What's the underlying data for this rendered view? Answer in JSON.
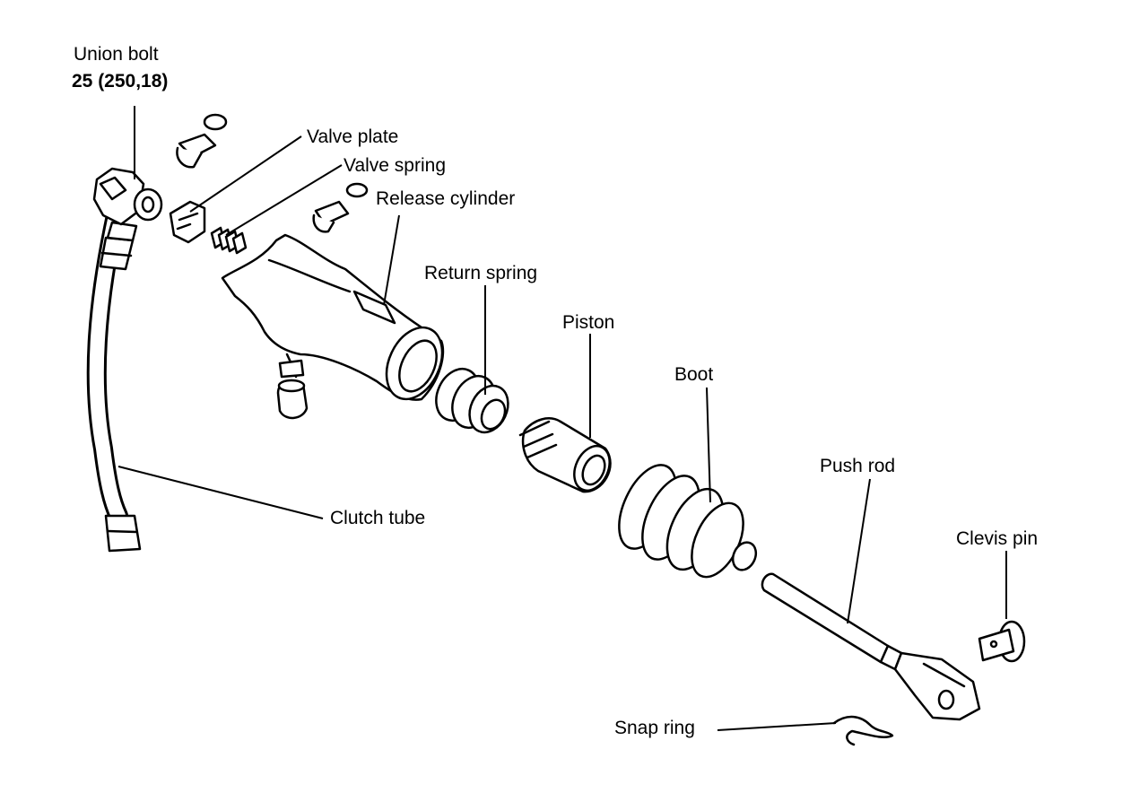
{
  "labels": {
    "union_bolt": "Union bolt",
    "union_bolt_torque": "25 (250,18)",
    "valve_plate": "Valve plate",
    "valve_spring": "Valve spring",
    "release_cylinder": "Release cylinder",
    "return_spring": "Return spring",
    "piston": "Piston",
    "boot": "Boot",
    "push_rod": "Push rod",
    "clevis_pin": "Clevis pin",
    "clutch_tube": "Clutch tube",
    "snap_ring": "Snap ring"
  }
}
